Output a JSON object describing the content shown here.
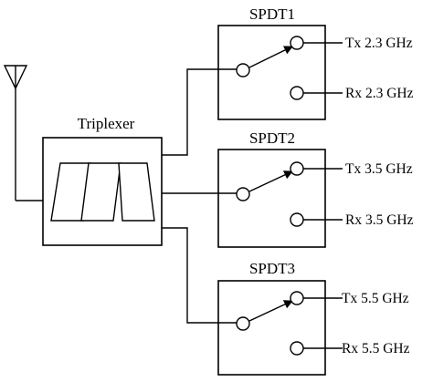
{
  "triplexer": {
    "label": "Triplexer"
  },
  "switches": [
    {
      "label": "SPDT1",
      "tx_label": "Tx 2.3 GHz",
      "rx_label": "Rx 2.3 GHz"
    },
    {
      "label": "SPDT2",
      "tx_label": "Tx 3.5 GHz",
      "rx_label": "Rx 3.5 GHz"
    },
    {
      "label": "SPDT3",
      "tx_label": "Tx 5.5 GHz",
      "rx_label": "Rx 5.5 GHz"
    }
  ],
  "icons": {
    "antenna": "antenna-icon",
    "filter_bank": "bandpass-filter-icon",
    "switch": "spdt-switch-icon"
  },
  "colors": {
    "line": "#000000",
    "background": "#ffffff"
  }
}
